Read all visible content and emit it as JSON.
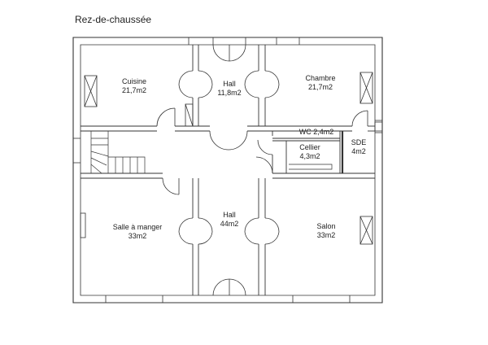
{
  "title": "Rez-de-chaussée",
  "rooms": [
    {
      "id": "cuisine",
      "name": "Cuisine",
      "area": "21,7m2"
    },
    {
      "id": "hall-top",
      "name": "Hall",
      "area": "11,8m2"
    },
    {
      "id": "chambre",
      "name": "Chambre",
      "area": "21,7m2"
    },
    {
      "id": "wc",
      "name": "WC",
      "area": "2,4m2"
    },
    {
      "id": "cellier",
      "name": "Cellier",
      "area": "4,3m2"
    },
    {
      "id": "sde",
      "name": "SDE",
      "area": "4m2"
    },
    {
      "id": "salle-a-manger",
      "name": "Salle à manger",
      "area": "33m2"
    },
    {
      "id": "hall-main",
      "name": "Hall",
      "area": "44m2"
    },
    {
      "id": "salon",
      "name": "Salon",
      "area": "33m2"
    }
  ]
}
